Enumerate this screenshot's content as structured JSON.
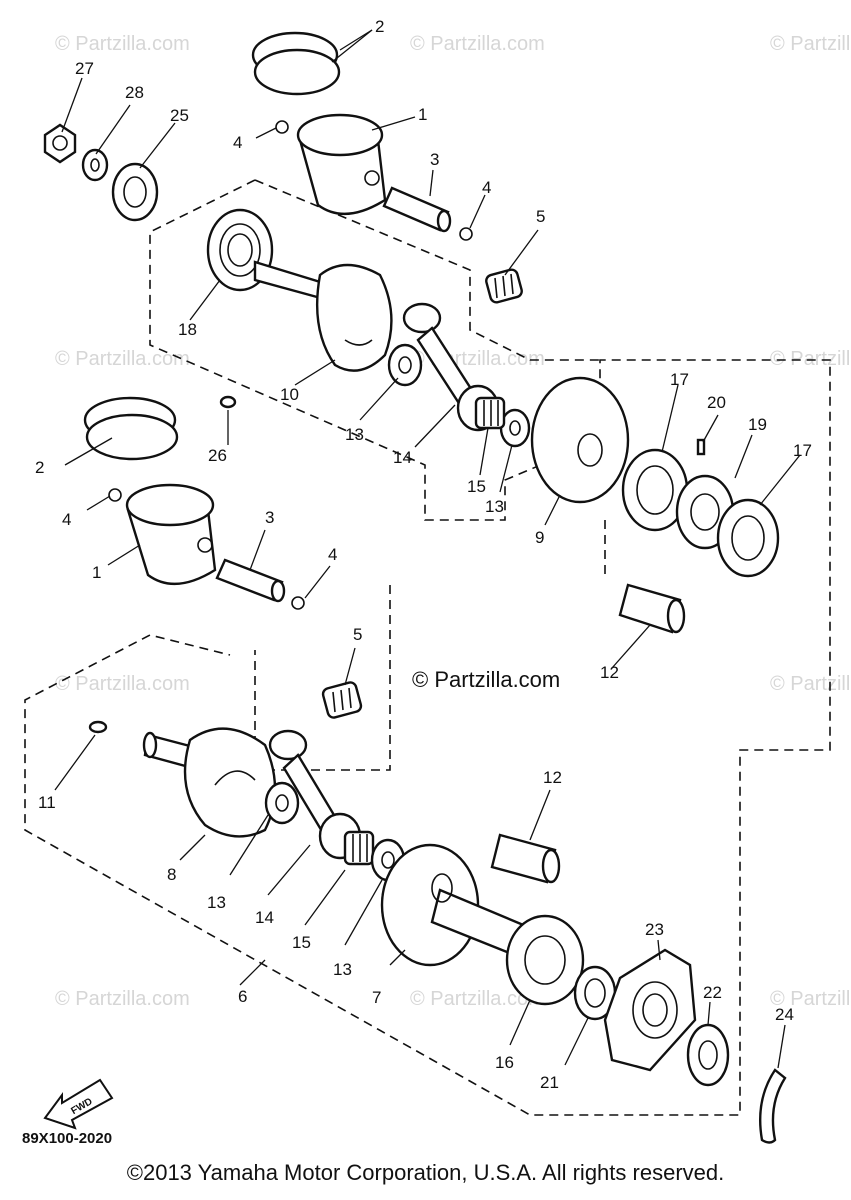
{
  "watermark": "© Partzilla.com",
  "center_watermark": "© Partzilla.com",
  "diagram_code": "89X100-2020",
  "fwd_label": "FWD",
  "copyright": "©2013  Yamaha Motor Corporation, U.S.A. All rights reserved.",
  "callouts": {
    "upper": [
      "2",
      "27",
      "28",
      "25",
      "1",
      "4",
      "3",
      "4",
      "5",
      "18",
      "10",
      "13",
      "14",
      "26",
      "15",
      "13",
      "9",
      "17",
      "20",
      "19",
      "17",
      "12"
    ],
    "lower": [
      "2",
      "4",
      "1",
      "3",
      "4",
      "5",
      "11",
      "8",
      "13",
      "14",
      "15",
      "13",
      "7",
      "6",
      "12",
      "16",
      "21",
      "23",
      "22",
      "24"
    ]
  },
  "colors": {
    "ink": "#111111",
    "watermark": "#d6d6d6",
    "background": "#ffffff"
  }
}
